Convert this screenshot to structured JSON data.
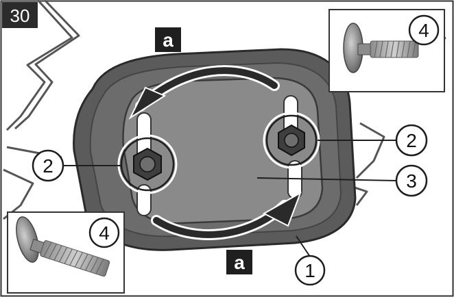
{
  "figure": {
    "step_number": "30",
    "direction_label_top": "a",
    "direction_label_bottom": "a",
    "callouts": {
      "cover": "1",
      "screw_left": "2",
      "screw_right": "2",
      "plate": "3",
      "bolt_inset_top": "4",
      "bolt_inset_bottom": "4"
    }
  }
}
